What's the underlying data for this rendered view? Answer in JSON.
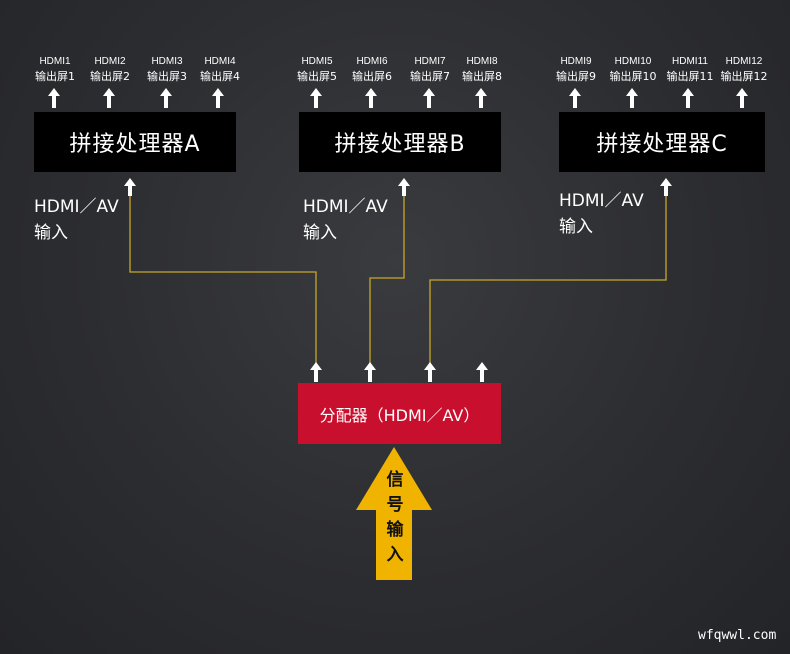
{
  "processors": [
    {
      "name": "拼接处理器A",
      "input_label": [
        "HDMI／AV",
        "输入"
      ],
      "outputs": [
        [
          "HDMI1",
          "输出屏1"
        ],
        [
          "HDMI2",
          "输出屏2"
        ],
        [
          "HDMI3",
          "输出屏3"
        ],
        [
          "HDMI4",
          "输出屏4"
        ]
      ]
    },
    {
      "name": "拼接处理器B",
      "input_label": [
        "HDMI／AV",
        "输入"
      ],
      "outputs": [
        [
          "HDMI5",
          "输出屏5"
        ],
        [
          "HDMI6",
          "输出屏6"
        ],
        [
          "HDMI7",
          "输出屏7"
        ],
        [
          "HDMI8",
          "输出屏8"
        ]
      ]
    },
    {
      "name": "拼接处理器C",
      "input_label": [
        "HDMI／AV",
        "输入"
      ],
      "outputs": [
        [
          "HDMI9",
          "输出屏9"
        ],
        [
          "HDMI10",
          "输出屏10"
        ],
        [
          "HDMI11",
          "输出屏11"
        ],
        [
          "HDMI12",
          "输出屏12"
        ]
      ]
    }
  ],
  "splitter": {
    "label": "分配器（HDMI／AV）"
  },
  "signal_input": {
    "chars": [
      "信",
      "号",
      "输",
      "入"
    ]
  },
  "watermark": "wfqwwl.com",
  "colors": {
    "processor": "#000000",
    "splitter": "#c8102e",
    "connector": "#c8a62a",
    "signal_arrow": "#f0b400",
    "arrow": "#ffffff"
  }
}
